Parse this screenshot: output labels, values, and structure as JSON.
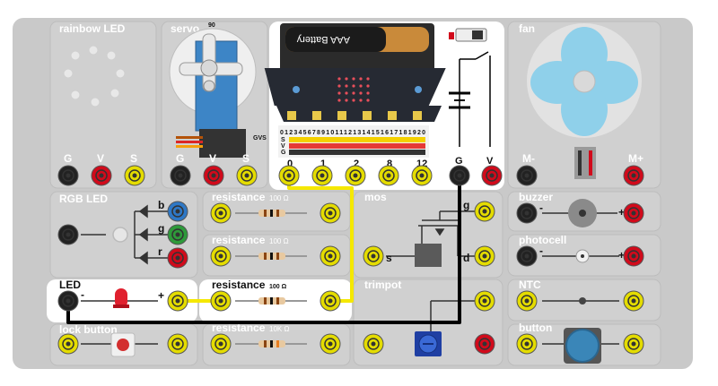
{
  "modules": {
    "rainbow_led": "rainbow LED",
    "servo": "servo",
    "servo_scale": "90",
    "servo_pins": "GVS",
    "fan": "fan",
    "fan_minus": "M-",
    "fan_plus": "M+",
    "rgb_led": "RGB LED",
    "rgb_b": "b",
    "rgb_g": "g",
    "rgb_r": "r",
    "resistance_1": "resistance",
    "resistance_1_value": "100 Ω",
    "resistance_2": "resistance",
    "resistance_2_value": "100 Ω",
    "resistance_3": "resistance",
    "resistance_3_value": "100 Ω",
    "resistance_4": "resistance",
    "resistance_4_value": "10K Ω",
    "mos": "mos",
    "mos_g": "g",
    "mos_s": "s",
    "mos_d": "d",
    "trimpot": "trimpot",
    "buzzer": "buzzer",
    "photocell": "photocell",
    "ntc": "NTC",
    "button": "button",
    "lock_button": "lock button",
    "led": "LED",
    "minus": "-",
    "plus": "+"
  },
  "power_rail": {
    "g": "G",
    "v": "V",
    "s": "S"
  },
  "battery": {
    "label": "AAA Battery"
  },
  "microbit": {
    "row_labels": [
      "S",
      "V",
      "G"
    ],
    "pin_header": "01234567891011121314151617181920",
    "pins": [
      "0",
      "1",
      "2",
      "8",
      "12"
    ],
    "gnd": "G",
    "vcc": "V"
  },
  "colors": {
    "board": "#c9c9c9",
    "panel": "#d6d6d6",
    "highlight": "#ffffff",
    "yellow_wire": "#f5e800",
    "black_wire": "#000000",
    "terminal_yellow": "#e4dc00",
    "terminal_red": "#d10a1b",
    "terminal_black": "#222222",
    "terminal_blue": "#2e78c6",
    "terminal_green": "#2e9a3a",
    "microbit": "#262a33",
    "fan": "#8fd0ea"
  }
}
